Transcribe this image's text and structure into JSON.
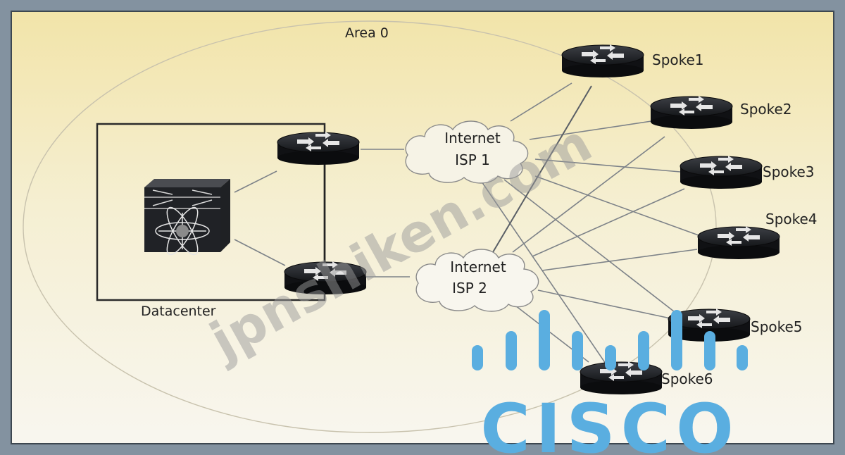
{
  "area": {
    "label": "Area 0"
  },
  "datacenter": {
    "label": "Datacenter"
  },
  "clouds": [
    {
      "id": "isp1",
      "line1": "Internet",
      "line2": "ISP 1"
    },
    {
      "id": "isp2",
      "line1": "Internet",
      "line2": "ISP 2"
    }
  ],
  "spokes": [
    {
      "id": "spoke1",
      "label": "Spoke1"
    },
    {
      "id": "spoke2",
      "label": "Spoke2"
    },
    {
      "id": "spoke3",
      "label": "Spoke3"
    },
    {
      "id": "spoke4",
      "label": "Spoke4"
    },
    {
      "id": "spoke5",
      "label": "Spoke5"
    },
    {
      "id": "spoke6",
      "label": "Spoke6"
    }
  ],
  "watermark": {
    "text": "jpnshiken.com"
  },
  "logo": {
    "text": "CISCO",
    "color": "#5aaee0"
  },
  "colors": {
    "frame": "#8392a0",
    "paper_top": "#f3e7b4",
    "paper_bottom": "#f7f5ee",
    "router": "#1b1d21",
    "link": "#7d8288"
  },
  "icons": {
    "router": "router-icon",
    "switch": "multilayer-switch-icon",
    "cloud": "cloud-icon"
  }
}
